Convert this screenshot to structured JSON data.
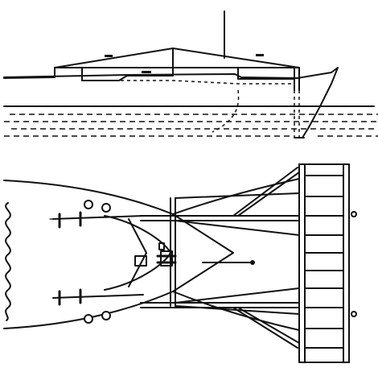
{
  "drawing": {
    "kind": "technical line drawing",
    "views": [
      "side-elevation",
      "plan"
    ],
    "colors": {
      "ink": "#111111",
      "paper": "#ffffff"
    }
  }
}
